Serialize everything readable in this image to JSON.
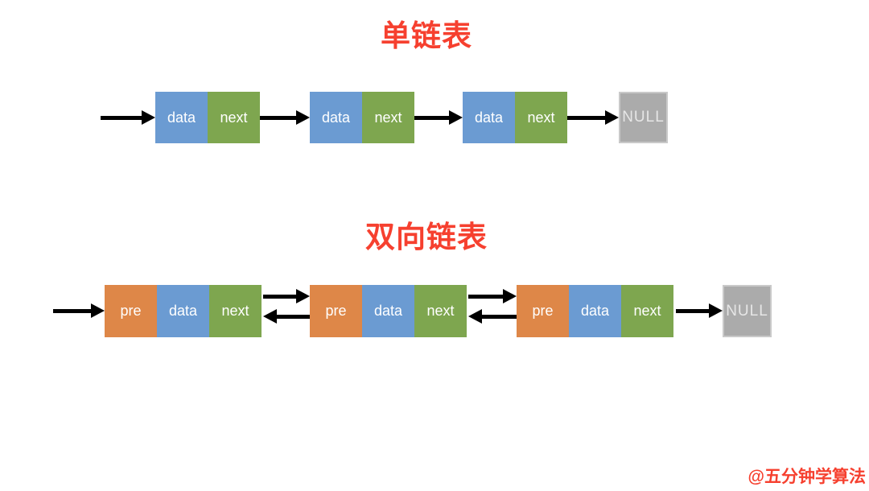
{
  "diagram": {
    "singly": {
      "title": "单链表",
      "nodes": [
        {
          "data": "data",
          "next": "next"
        },
        {
          "data": "data",
          "next": "next"
        },
        {
          "data": "data",
          "next": "next"
        }
      ],
      "terminator": "NULL"
    },
    "doubly": {
      "title": "双向链表",
      "nodes": [
        {
          "pre": "pre",
          "data": "data",
          "next": "next"
        },
        {
          "pre": "pre",
          "data": "data",
          "next": "next"
        },
        {
          "pre": "pre",
          "data": "data",
          "next": "next"
        }
      ],
      "terminator": "NULL"
    },
    "watermark": "@五分钟学算法"
  },
  "colors": {
    "data_cell": "#6B9BD2",
    "next_cell": "#7EA64F",
    "pre_cell": "#DE8748",
    "null_box": "#ABABAB",
    "title_red": "#F6402F",
    "arrow": "#000000",
    "cell_text": "#FFFFFF",
    "null_text": "#E6E6E6",
    "background": "#FFFFFF"
  }
}
